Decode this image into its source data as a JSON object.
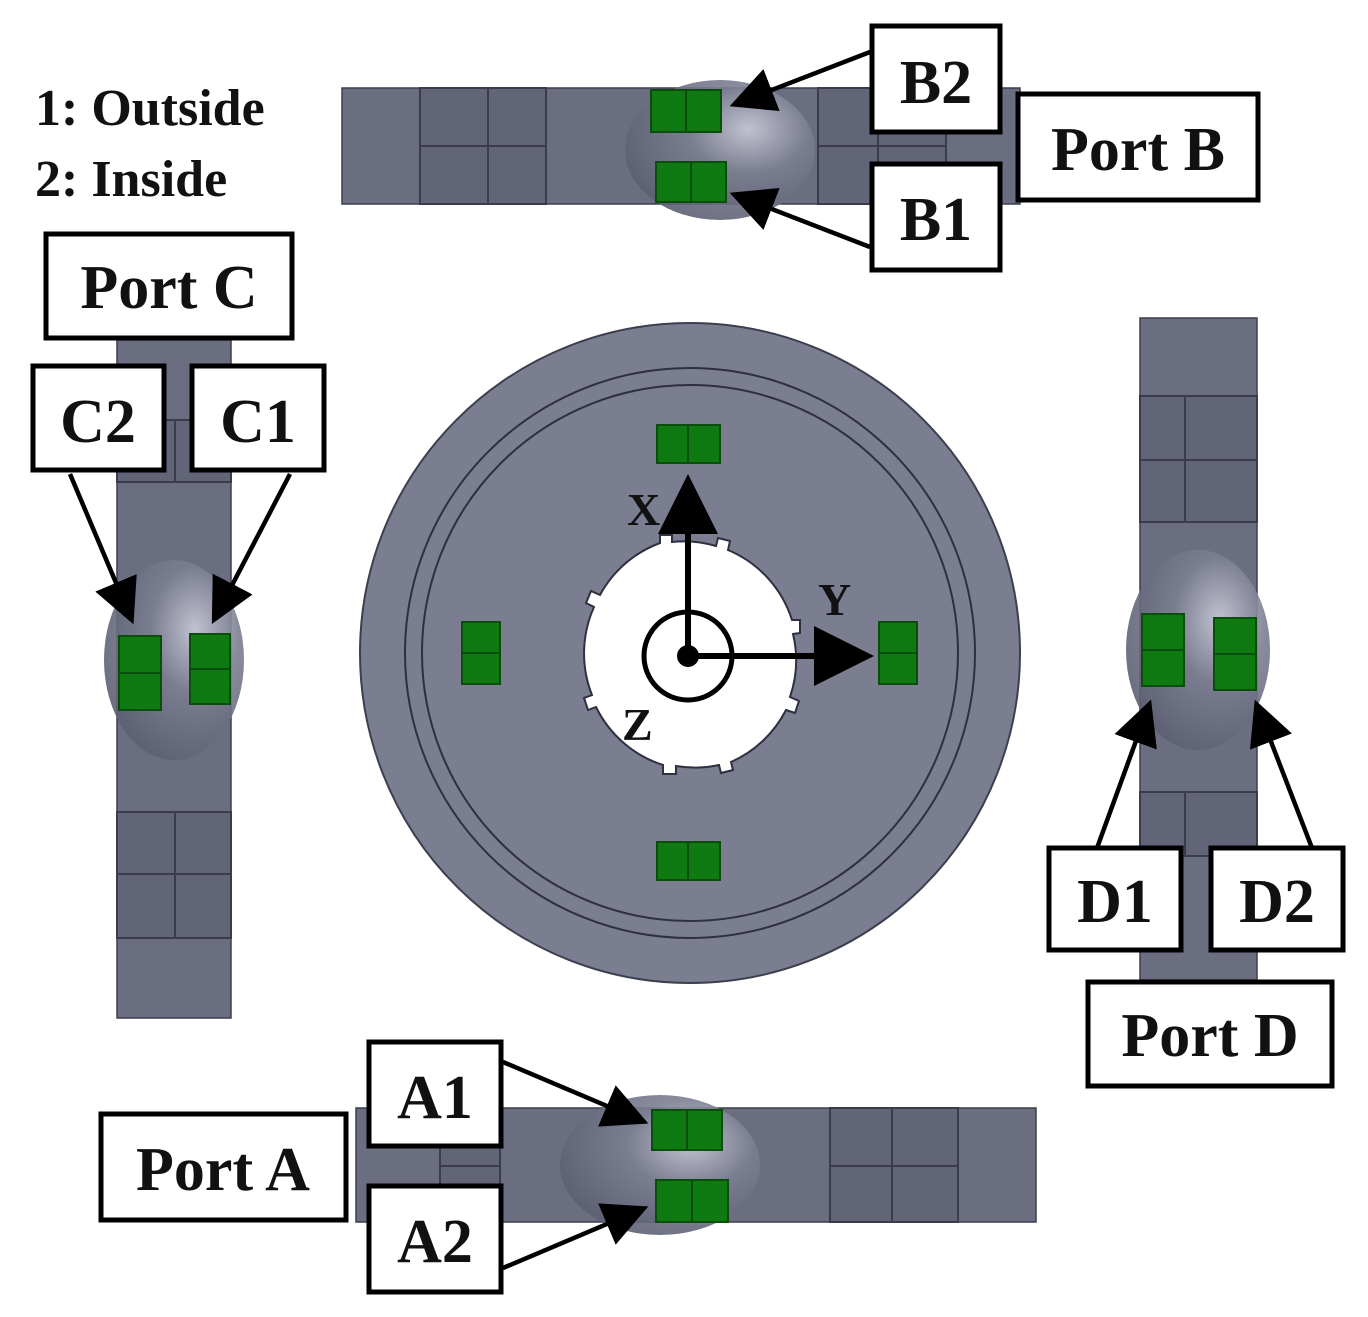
{
  "legend": {
    "line1": "1: Outside",
    "line2": "2: Inside"
  },
  "ports": {
    "a": {
      "title": "Port A",
      "sensor1": "A1",
      "sensor2": "A2"
    },
    "b": {
      "title": "Port B",
      "sensor1": "B1",
      "sensor2": "B2"
    },
    "c": {
      "title": "Port C",
      "sensor1": "C1",
      "sensor2": "C2"
    },
    "d": {
      "title": "Port D",
      "sensor1": "D1",
      "sensor2": "D2"
    }
  },
  "axes": {
    "x": "X",
    "y": "Y",
    "z": "Z"
  },
  "colors": {
    "sensor": "#0f7a12",
    "body": "#6b6e80",
    "outline": "#000000"
  }
}
